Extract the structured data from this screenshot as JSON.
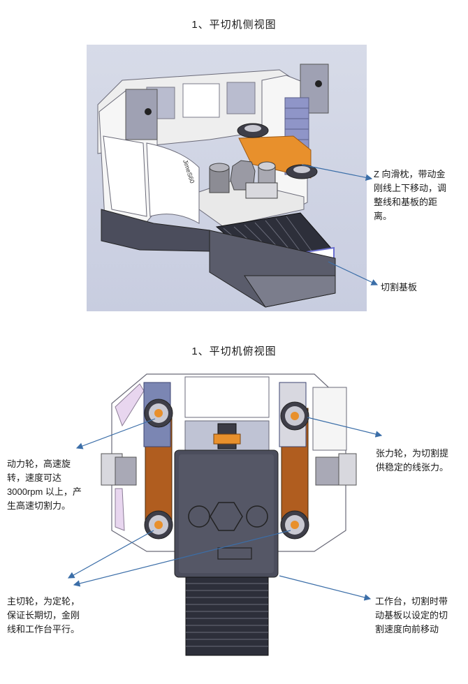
{
  "side_view": {
    "title": "1、平切机侧视图",
    "machine_brand": "JimeS60",
    "label_z_slide": "Z 向滑枕，带动金\n刚线上下移动，调\n整线和基板的距\n离。",
    "label_cutting_base": "切割基板"
  },
  "top_view": {
    "title": "1、平切机俯视图",
    "label_drive_wheel": "动力轮，高速旋\n转，速度可达\n3000rpm 以上，产\n生高速切割力。",
    "label_tension_wheel": "张力轮，为切割提\n供稳定的线张力。",
    "label_main_wheel": "主切轮，为定轮，\n保证长期切，金刚\n线和工作台平行。",
    "label_worktable": "工作台，切割时带\n动基板以设定的切\n割速度向前移动"
  },
  "colors": {
    "frame_white": "#f4f4f4",
    "frame_gray": "#a9a9bd",
    "dark_base": "#4b4d5c",
    "orange": "#e8902c",
    "belt_brown": "#b05d1f",
    "arrow_blue": "#3b6ea8",
    "panel_bg": "#cdd1e2"
  }
}
